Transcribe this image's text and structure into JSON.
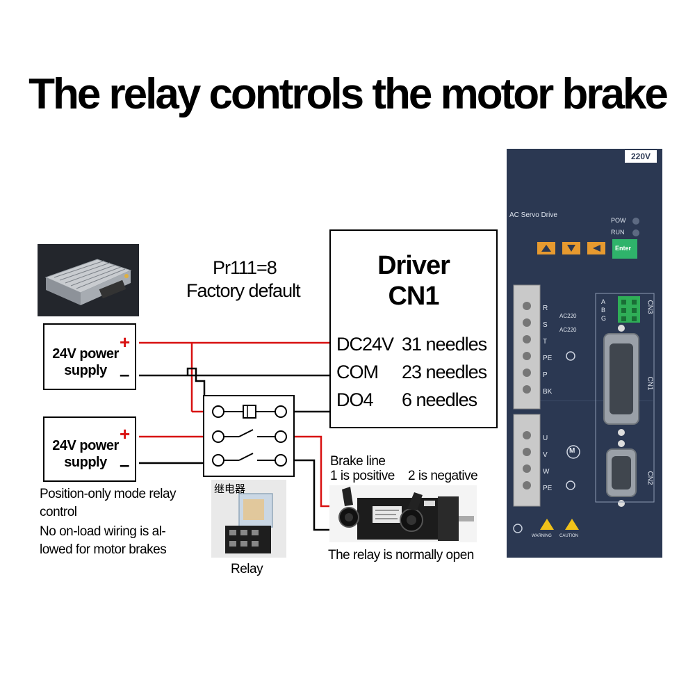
{
  "title": "The relay controls the motor brake",
  "param": {
    "line1": "Pr111=8",
    "line2": "Factory default"
  },
  "psu_top": {
    "label_line1": "24V power",
    "label_line2": "supply",
    "plus": "+",
    "minus": "–"
  },
  "psu_bottom": {
    "label_line1": "24V power",
    "label_line2": "supply",
    "plus": "+",
    "minus": "–"
  },
  "driver_box": {
    "title_line1": "Driver",
    "title_line2": "CN1",
    "pins": [
      {
        "signal": "DC24V",
        "pin": "31 needles"
      },
      {
        "signal": "COM",
        "pin": "23 needles"
      },
      {
        "signal": "DO4",
        "pin": "6 needles"
      }
    ]
  },
  "brake_line": {
    "line1": "Brake line",
    "positive": "1 is positive",
    "negative": "2 is negative"
  },
  "relay_photo_caption": "继电器",
  "relay_caption": "Relay",
  "note": {
    "line1": "Position-only mode relay",
    "line2": "control",
    "line3": "No on-load wiring is al-",
    "line4": "lowed for motor brakes"
  },
  "relay_state": "The relay is normally open",
  "drive_panel": {
    "voltage_badge": "220V",
    "model": "AC Servo Drive",
    "pow": "POW",
    "run": "RUN",
    "enter": "Enter",
    "left_terminals": [
      "R",
      "S",
      "T",
      "PE",
      "P",
      "BK"
    ],
    "ac_labels": [
      "AC220",
      "AC220"
    ],
    "motor_terminals": [
      "U",
      "V",
      "W",
      "PE"
    ],
    "cn3_pins": [
      "A",
      "B",
      "G"
    ],
    "cn3": "CN3",
    "cn1": "CN1",
    "cn2": "CN2",
    "warning": "WARNING",
    "caution": "CAUTION"
  },
  "colors": {
    "wire_red": "#d81010",
    "wire_black": "#000000",
    "drive_bg": "#2b3852",
    "enter_green": "#2fb36b"
  }
}
